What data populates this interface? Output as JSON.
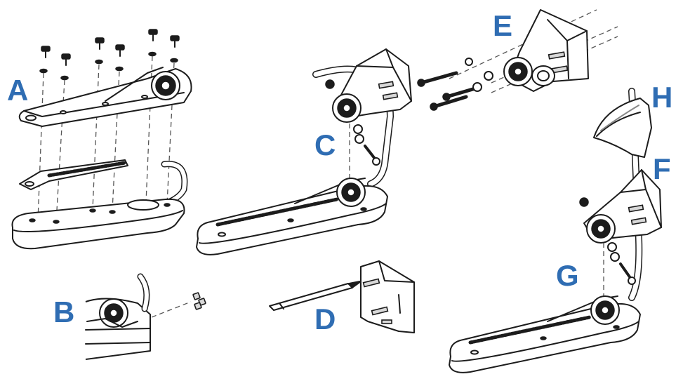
{
  "labels": {
    "a": "A",
    "b": "B",
    "c": "C",
    "d": "D",
    "e": "E",
    "f": "F",
    "g": "G",
    "h": "H"
  },
  "colors": {
    "label": "#2f6db3",
    "line": "#1c1c1c",
    "background": "#ffffff"
  }
}
